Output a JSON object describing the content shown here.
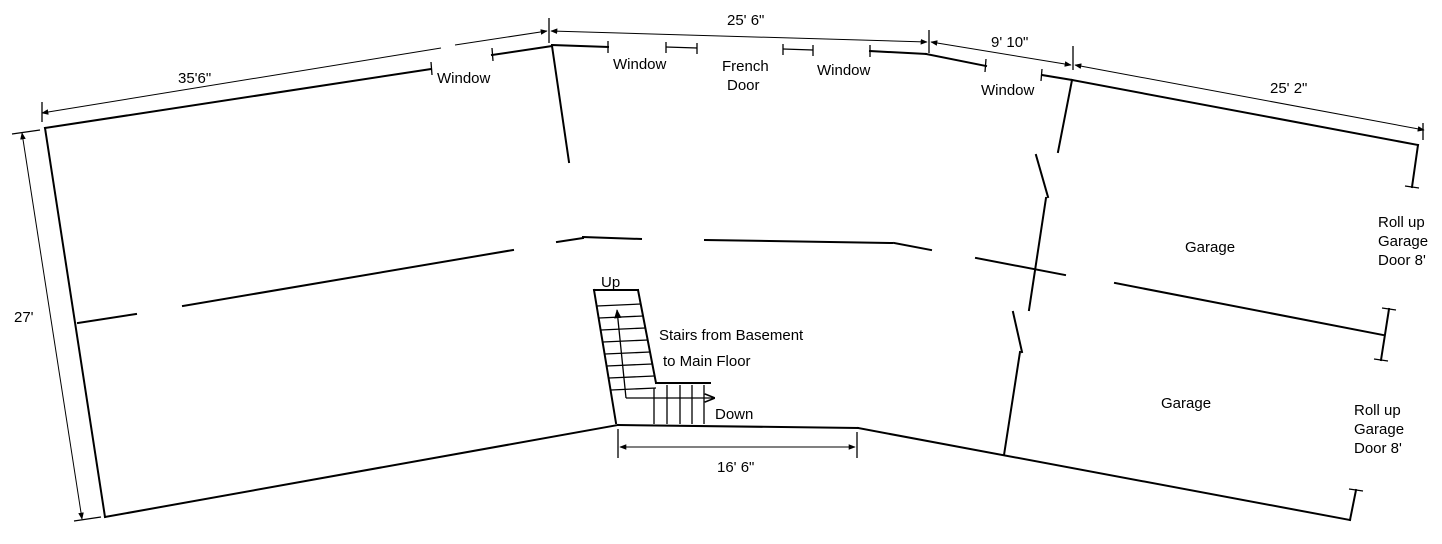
{
  "dimensions": {
    "top_left": "35'6\"",
    "top_middle": "25' 6\"",
    "top_right_small": "9' 10\"",
    "top_right": "25' 2\"",
    "left_height": "27'",
    "bottom_stairs": "16' 6\""
  },
  "labels": {
    "window": "Window",
    "french_door_line1": "French",
    "french_door_line2": "Door",
    "garage": "Garage",
    "roll_up_line1": "Roll up",
    "roll_up_line2": "Garage",
    "roll_up_line3": "Door 8'",
    "stairs_up": "Up",
    "stairs_down": "Down",
    "stairs_line1": "Stairs from Basement",
    "stairs_line2": "to Main Floor"
  }
}
